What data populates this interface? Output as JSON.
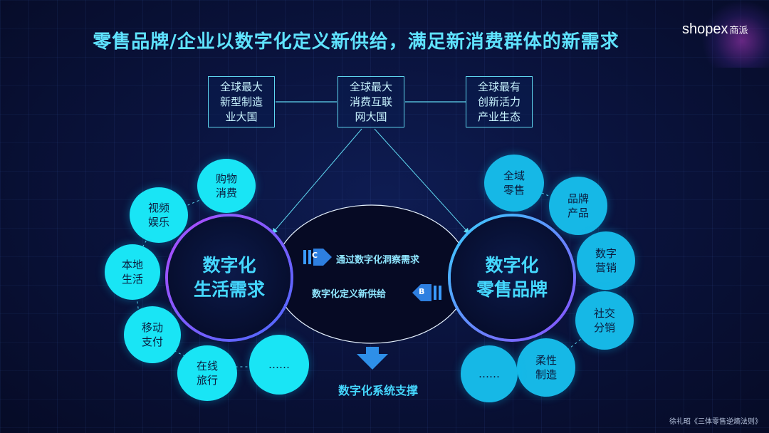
{
  "title": "零售品牌/企业以数字化定义新供给，满足新消费群体的新需求",
  "logo": {
    "brand": "shopex",
    "cn": "商派"
  },
  "top_boxes": [
    {
      "l1": "全球最大",
      "l2": "新型制造",
      "l3": "业大国"
    },
    {
      "l1": "全球最大",
      "l2": "消费互联",
      "l3": "网大国"
    },
    {
      "l1": "全球最有",
      "l2": "创新活力",
      "l3": "产业生态"
    }
  ],
  "left_hub": {
    "l1": "数字化",
    "l2": "生活需求"
  },
  "right_hub": {
    "l1": "数字化",
    "l2": "零售品牌"
  },
  "left_bubbles": [
    {
      "l1": "购物",
      "l2": "消费"
    },
    {
      "l1": "视频",
      "l2": "娱乐"
    },
    {
      "l1": "本地",
      "l2": "生活"
    },
    {
      "l1": "移动",
      "l2": "支付"
    },
    {
      "l1": "在线",
      "l2": "旅行"
    },
    {
      "l1": "……",
      "l2": ""
    }
  ],
  "right_bubbles": [
    {
      "l1": "全域",
      "l2": "零售"
    },
    {
      "l1": "品牌",
      "l2": "产品"
    },
    {
      "l1": "数字",
      "l2": "营销"
    },
    {
      "l1": "社交",
      "l2": "分销"
    },
    {
      "l1": "柔性",
      "l2": "制造"
    },
    {
      "l1": "……",
      "l2": ""
    }
  ],
  "arrow_c": {
    "letter": "C",
    "text": "通过数字化洞察需求"
  },
  "arrow_b": {
    "letter": "B",
    "text": "数字化定义新供给"
  },
  "support": "数字化系统支撑",
  "credit": "徐礼昭《三体零售逆熵法则》",
  "colors": {
    "accent": "#45d8ff",
    "bubble": "#16b8e6",
    "title": "#5fe3ff"
  }
}
